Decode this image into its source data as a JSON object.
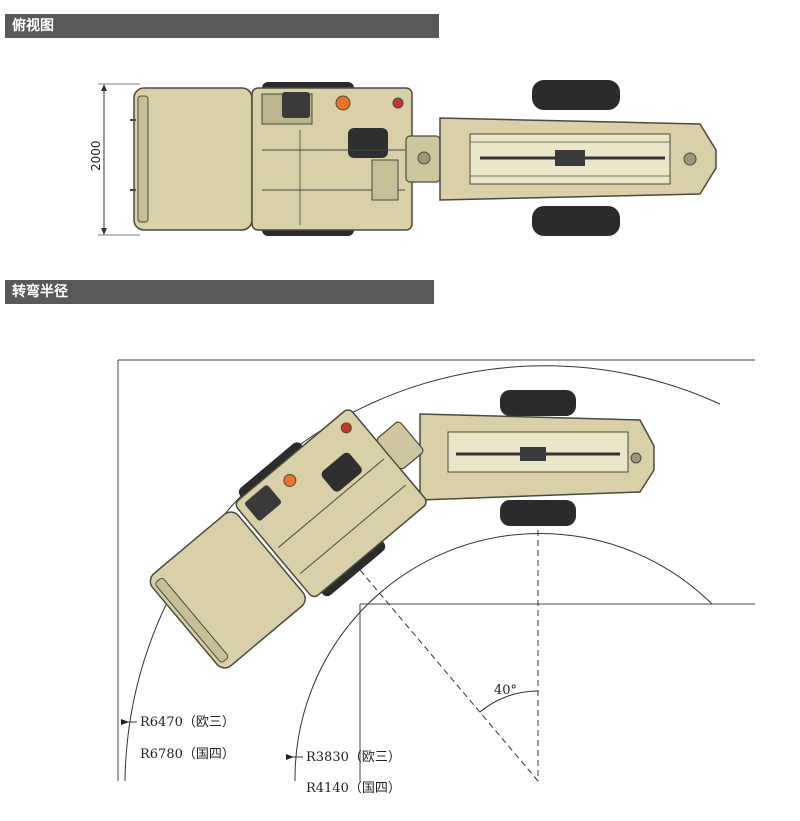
{
  "sections": {
    "top_view_title": "俯视图",
    "turning_radius_title": "转弯半径"
  },
  "top_view": {
    "width_dimension": "2000"
  },
  "turning": {
    "angle_label": "40°",
    "outer_radius_eu3": "R6470（欧三）",
    "outer_radius_cn4": "R6780（国四）",
    "inner_radius_eu3": "R3830（欧三）",
    "inner_radius_cn4": "R4140（国四）"
  },
  "colors": {
    "header_bar": "#58595b",
    "machine_body": "#d9d0a8",
    "machine_outline": "#4a4a3c",
    "tire": "#2b2b2b",
    "orange_lamp": "#e8742a",
    "red_lamp": "#c8352d"
  }
}
